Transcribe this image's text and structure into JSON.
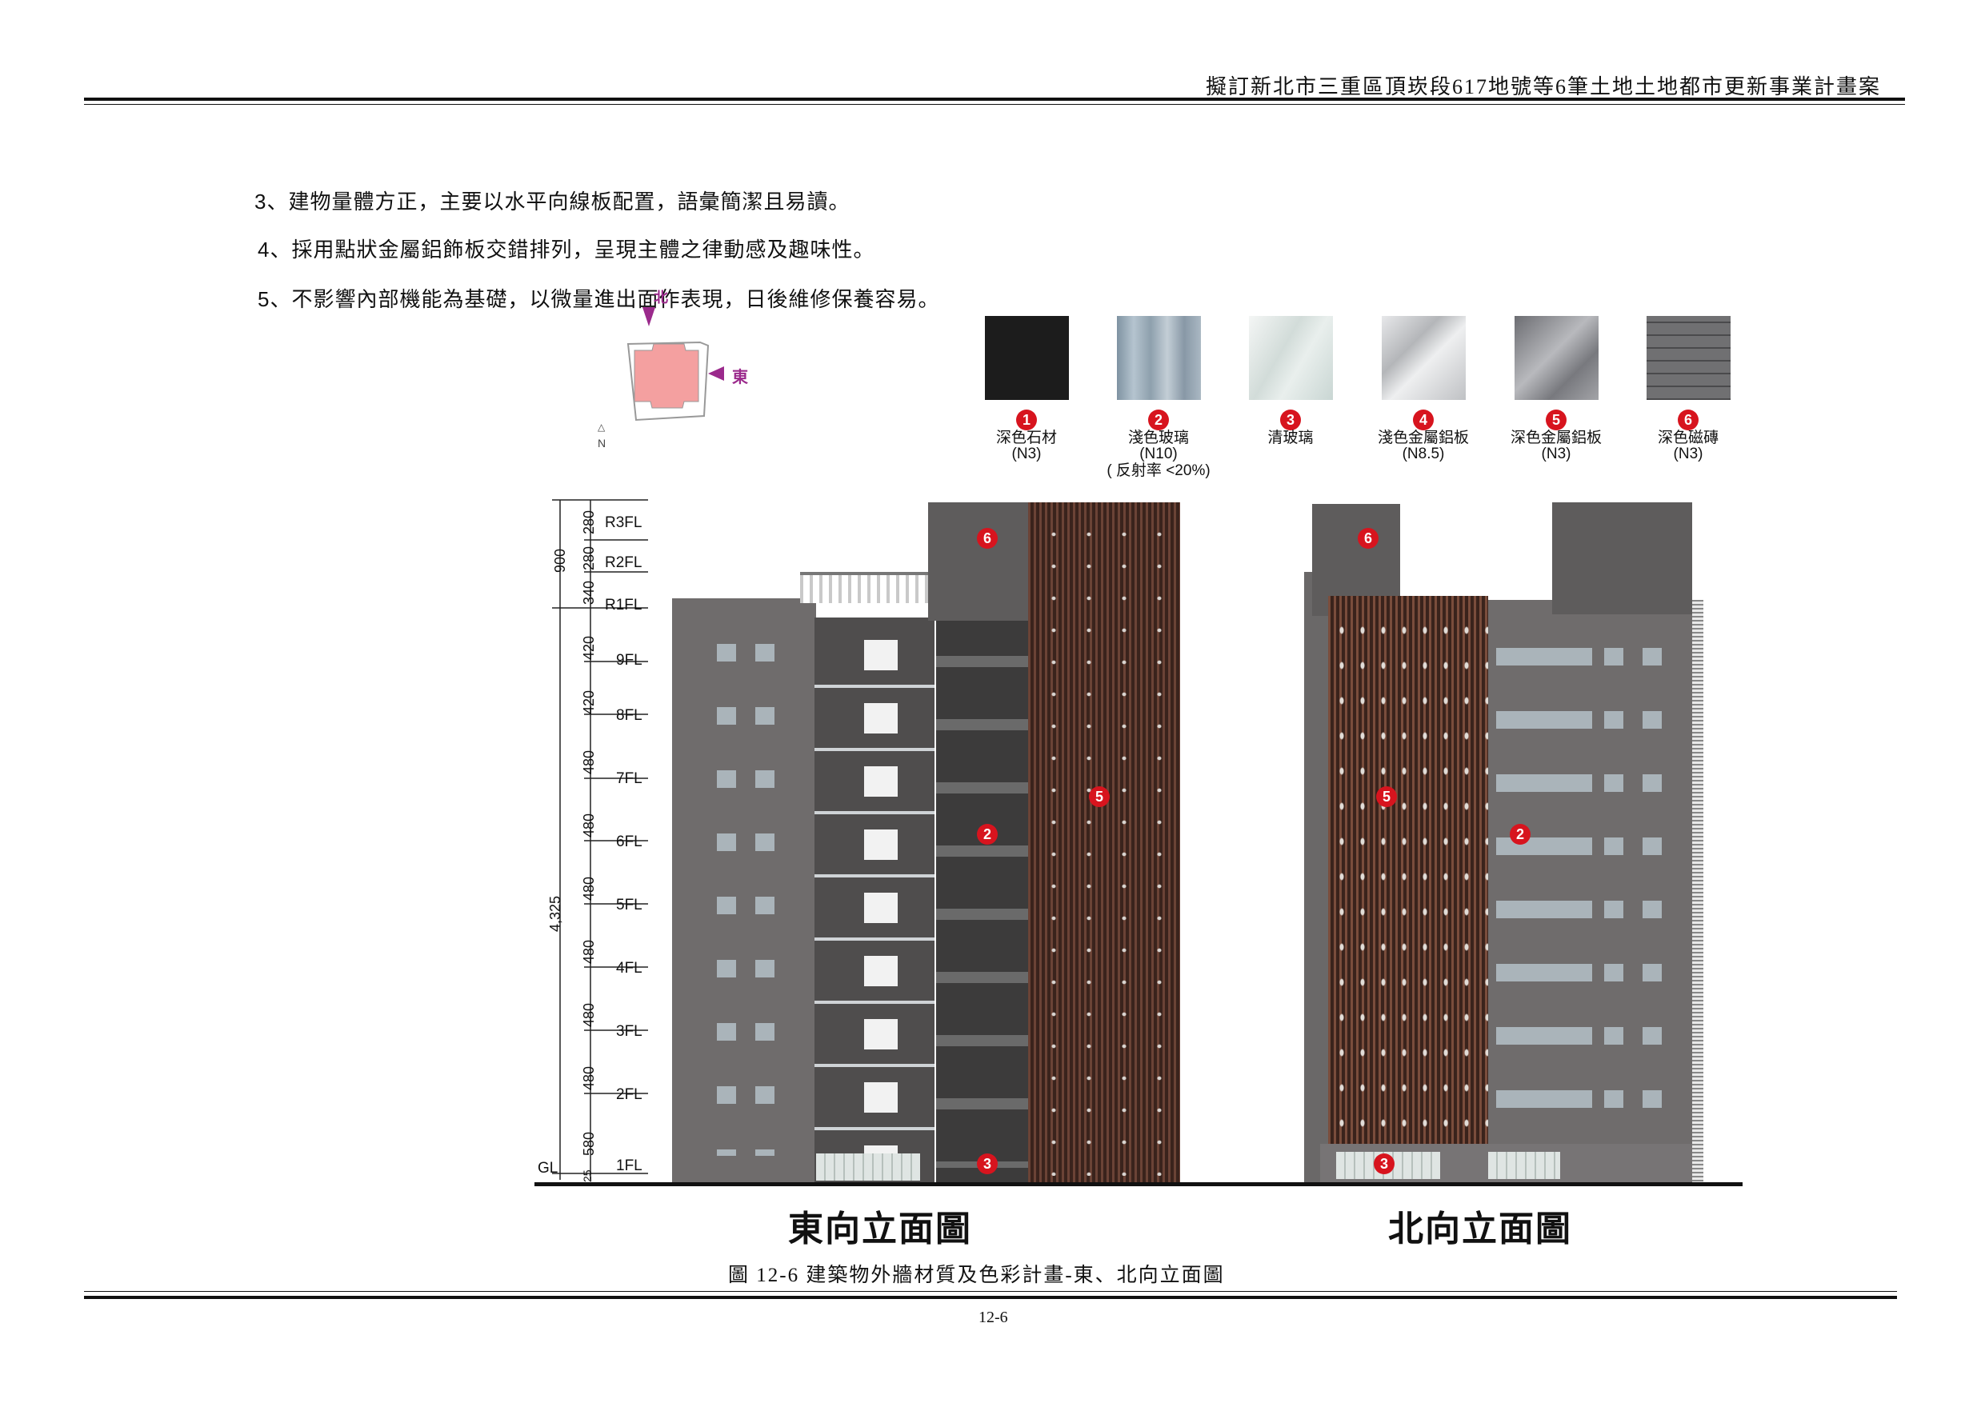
{
  "header": {
    "title": "擬訂新北市三重區頂崁段617地號等6筆土地土地都市更新事業計畫案"
  },
  "bullets": [
    "3、建物量體方正，主要以水平向線板配置，語彙簡潔且易讀。",
    "4、採用點狀金屬鋁飾板交錯排列，呈現主體之律動感及趣味性。",
    "5、不影響內部機能為基礎，以微量進出面作表現，日後維修保養容易。"
  ],
  "key_plan": {
    "north_letter": "N",
    "east_label": "東",
    "north_marker": "北",
    "site_color": "#f4a0a0",
    "arrow_color": "#9b2a8c"
  },
  "legend": [
    {
      "num": "1",
      "name": "深色石材",
      "code": "(N3)",
      "color": "#1e1e1e"
    },
    {
      "num": "2",
      "name": "淺色玻璃",
      "code": "(N10)",
      "note": "( 反射率 <20%)",
      "color": "#9fb0bd"
    },
    {
      "num": "3",
      "name": "清玻璃",
      "code": "",
      "color": "#d8e2df"
    },
    {
      "num": "4",
      "name": "淺色金屬鋁板",
      "code": "(N8.5)",
      "color": "#cfd0d2"
    },
    {
      "num": "5",
      "name": "深色金屬鋁板",
      "code": "(N3)",
      "color": "#8a8a8e"
    },
    {
      "num": "6",
      "name": "深色磁磚",
      "code": "(N3)",
      "color": "#6e6e70"
    }
  ],
  "floors": [
    "R3FL",
    "R2FL",
    "R1FL",
    "9FL",
    "8FL",
    "7FL",
    "6FL",
    "5FL",
    "4FL",
    "3FL",
    "2FL",
    "1FL",
    "GL"
  ],
  "dims": {
    "top_total": "900",
    "main_total": "4,325",
    "segments": [
      "280",
      "280",
      "340",
      "420",
      "420",
      "480",
      "480",
      "480",
      "480",
      "480",
      "480",
      "580",
      "25"
    ]
  },
  "markers": {
    "east": [
      "6",
      "5",
      "2",
      "3"
    ],
    "north": [
      "6",
      "5",
      "2",
      "3"
    ]
  },
  "elevations": {
    "east_title": "東向立面圖",
    "north_title": "北向立面圖"
  },
  "caption": "圖 12-6 建築物外牆材質及色彩計畫-東、北向立面圖",
  "page_number": "12-6"
}
